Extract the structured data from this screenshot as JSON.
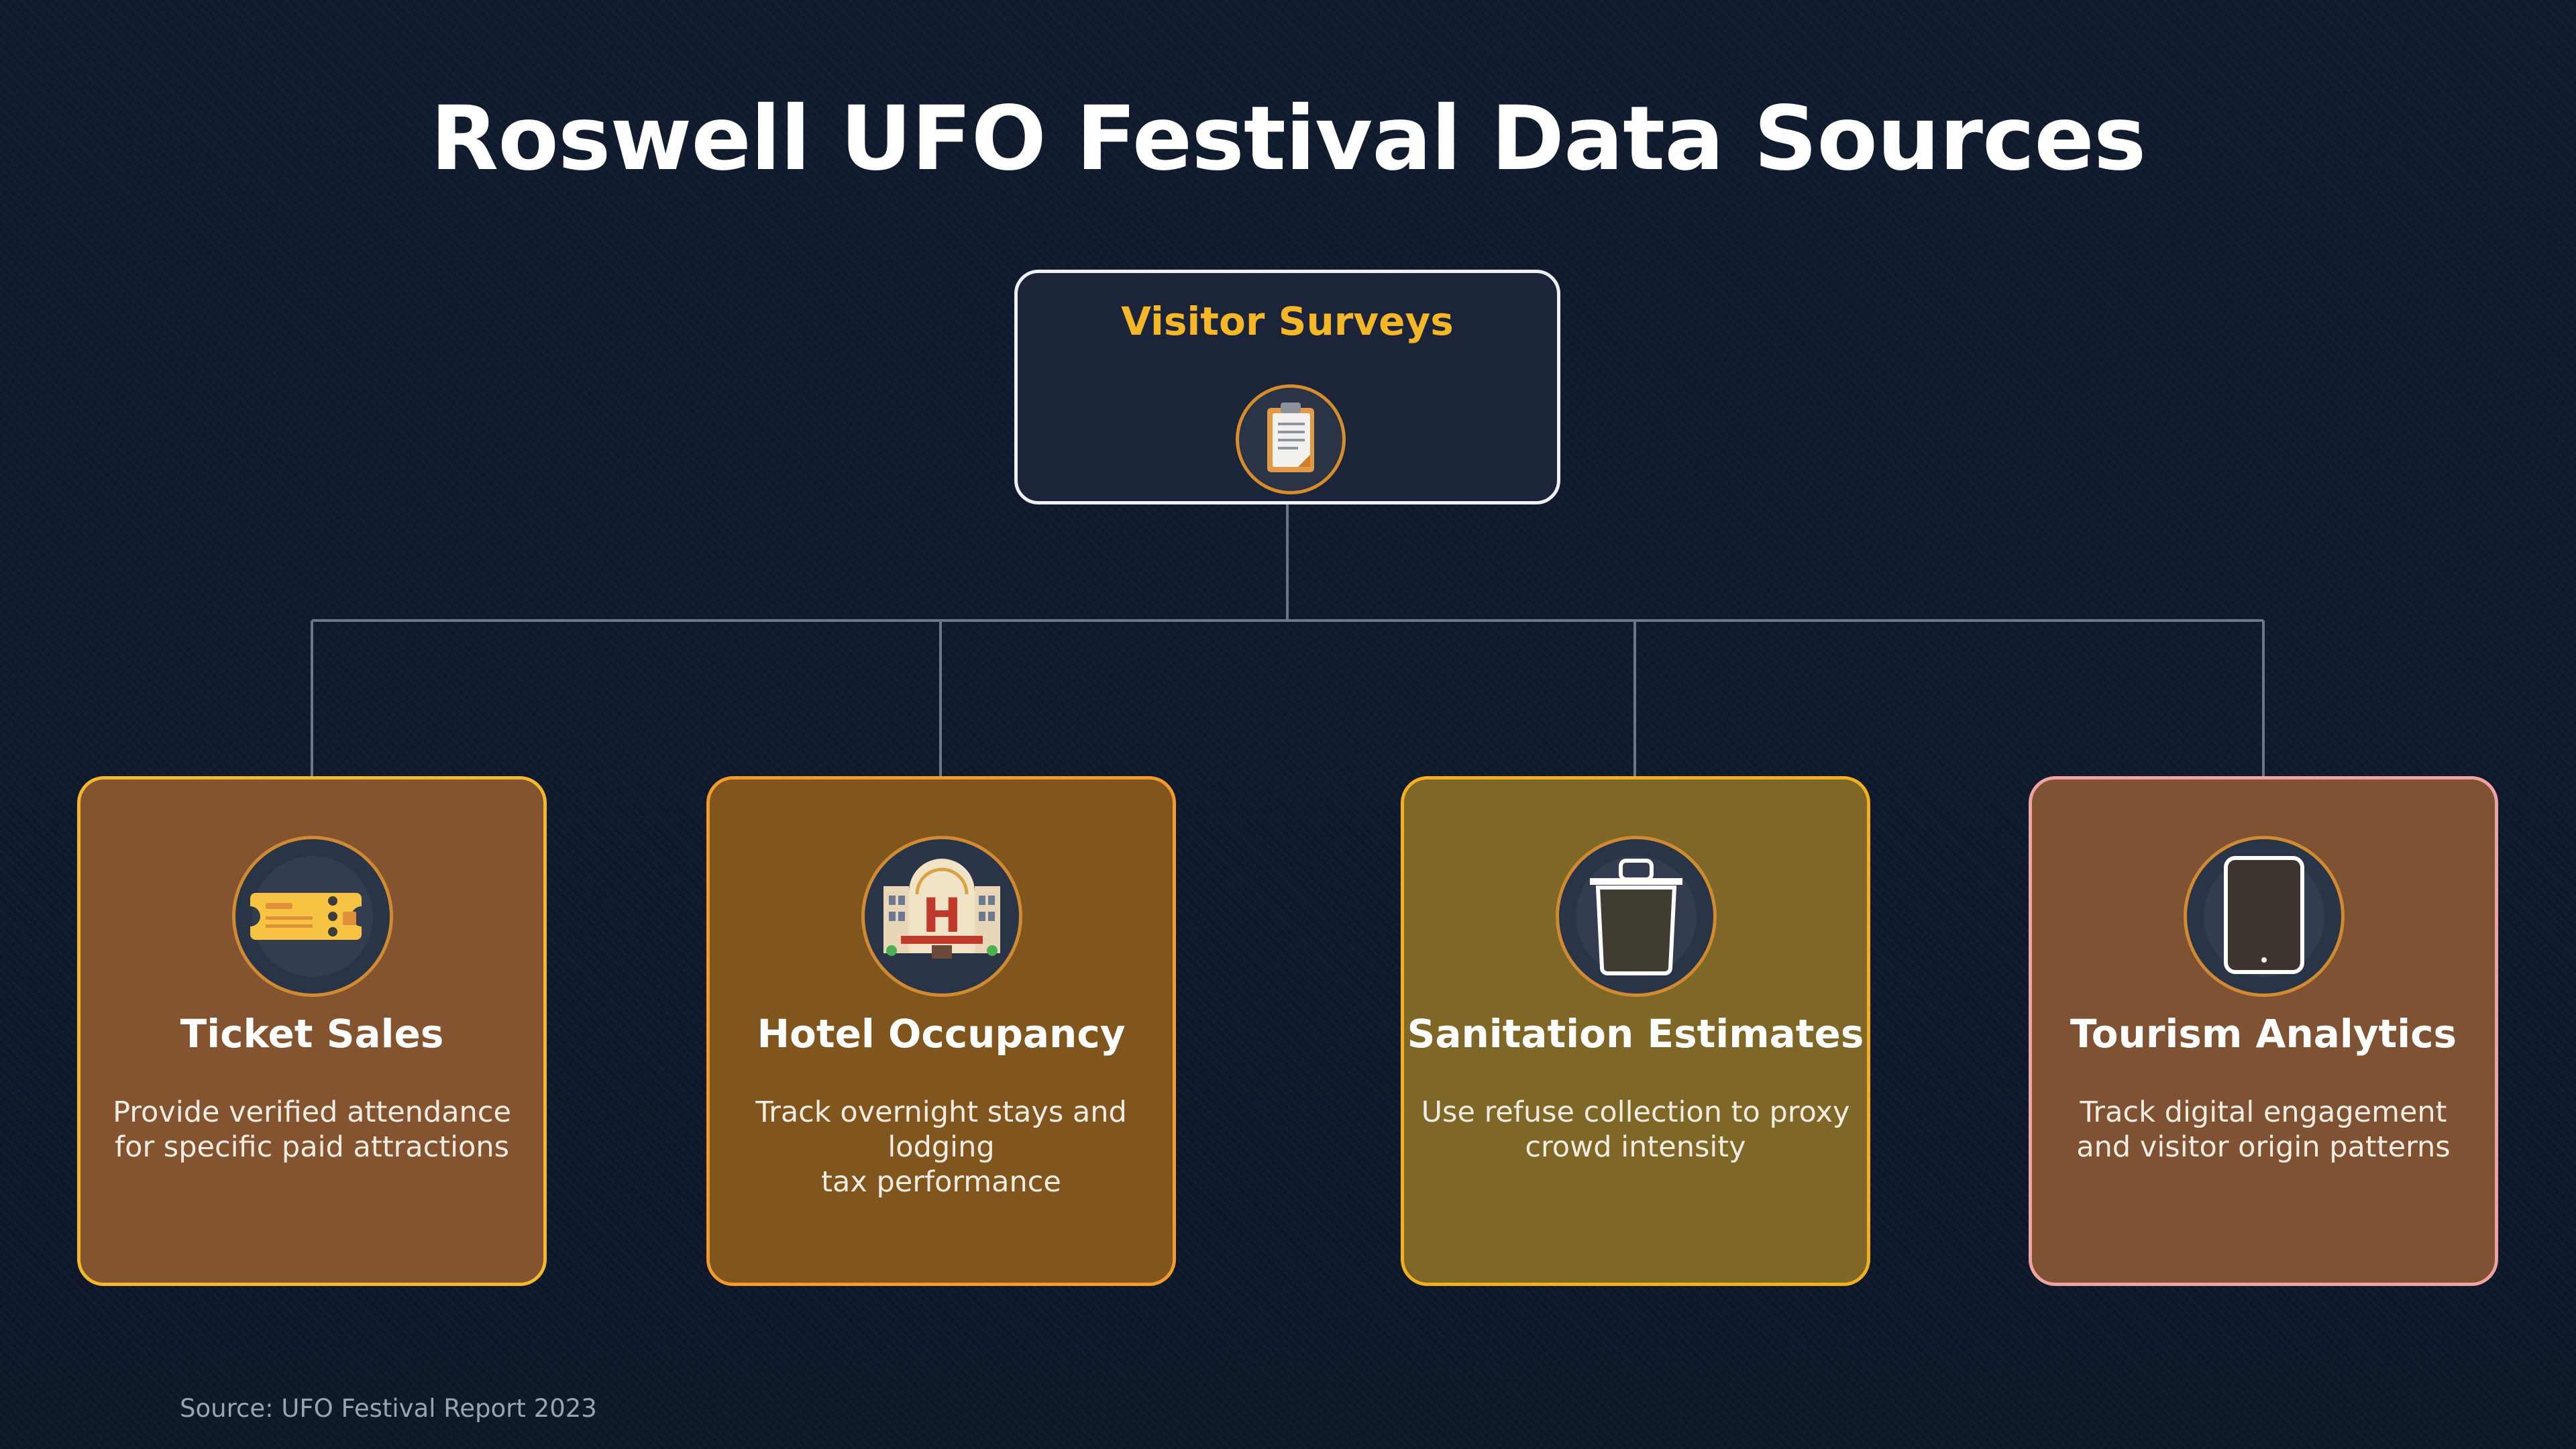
{
  "title": "Roswell UFO Festival Data Sources",
  "root": {
    "label": "Visitor Surveys",
    "icon": "clipboard-icon",
    "accent_color": "#f4b728"
  },
  "sources": [
    {
      "label": "Ticket Sales",
      "icon": "ticket-icon",
      "description_lines": [
        "Provide verified attendance",
        "for specific paid attractions"
      ],
      "fill": "#83542f",
      "border": "#f2b82e"
    },
    {
      "label": "Hotel Occupancy",
      "icon": "hotel-icon",
      "description_lines": [
        "Track overnight stays and lodging",
        "tax performance"
      ],
      "fill": "#80561e",
      "border": "#f29b2c"
    },
    {
      "label": "Sanitation Estimates",
      "icon": "trash-bin-icon",
      "description_lines": [
        "Use refuse collection to proxy",
        "crowd intensity"
      ],
      "fill": "#7f6727",
      "border": "#f2b021"
    },
    {
      "label": "Tourism Analytics",
      "icon": "tablet-icon",
      "description_lines": [
        "Track digital engagement",
        "and visitor origin patterns"
      ],
      "fill": "#7e5232",
      "border": "#efa2a2"
    }
  ],
  "footer": {
    "source": "Source: UFO Festival Report 2023"
  }
}
